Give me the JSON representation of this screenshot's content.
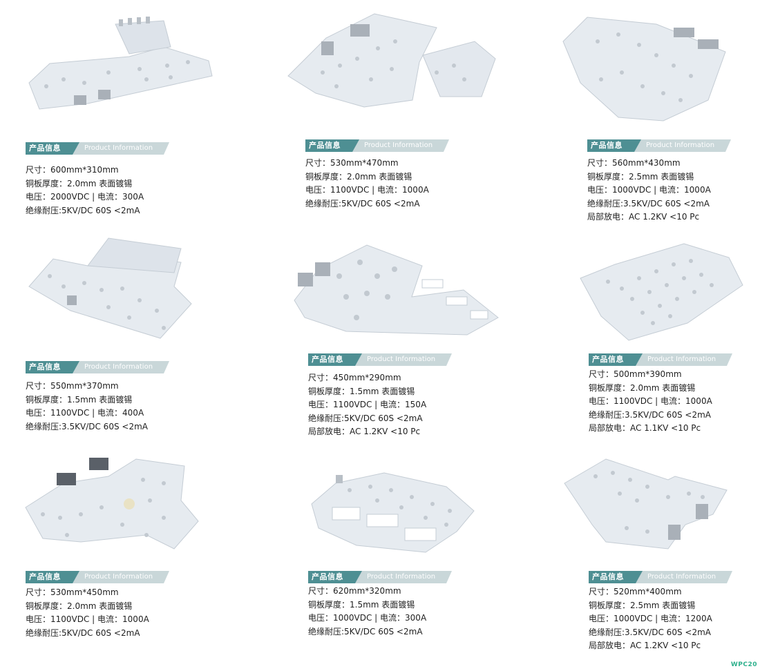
{
  "colors": {
    "tag_dark": "#4e8f93",
    "tag_light": "#c9d7d9",
    "plate": "#e6ebf0"
  },
  "products": [
    {
      "tag_cn": "产品信息",
      "tag_en": "Product Information",
      "specs": [
        "尺寸：600mm*310mm",
        "铜板厚度：2.0mm 表面镀锡",
        "电压：2000VDC | 电流：300A",
        "绝缘耐压:5KV/DC 60S <2mA"
      ]
    },
    {
      "tag_cn": "产品信息",
      "tag_en": "Product Information",
      "specs": [
        "尺寸：530mm*470mm",
        "铜板厚度：2.0mm 表面镀锡",
        "电压：1100VDC | 电流：1000A",
        "绝缘耐压:5KV/DC 60S <2mA"
      ]
    },
    {
      "tag_cn": "产品信息",
      "tag_en": "Product Information",
      "specs": [
        "尺寸：560mm*430mm",
        "铜板厚度：2.5mm 表面镀锡",
        "电压：1000VDC | 电流：1000A",
        "绝缘耐压:3.5KV/DC 60S <2mA",
        "局部放电：AC 1.2KV <10 Pc"
      ]
    },
    {
      "tag_cn": "产品信息",
      "tag_en": "Product Information",
      "specs": [
        "尺寸：550mm*370mm",
        "铜板厚度：1.5mm 表面镀锡",
        "电压：1100VDC | 电流：400A",
        "绝缘耐压:3.5KV/DC 60S <2mA"
      ]
    },
    {
      "tag_cn": "产品信息",
      "tag_en": "Product Information",
      "specs": [
        "尺寸：450mm*290mm",
        "铜板厚度：1.5mm 表面镀锡",
        "电压：1100VDC | 电流：150A",
        "绝缘耐压:5KV/DC 60S <2mA",
        "局部放电：AC 1.2KV <10 Pc"
      ]
    },
    {
      "tag_cn": "产品信息",
      "tag_en": "Product Information",
      "specs": [
        "尺寸：500mm*390mm",
        "铜板厚度：2.0mm 表面镀锡",
        "电压：1100VDC | 电流：1000A",
        "绝缘耐压:3.5KV/DC 60S <2mA",
        "局部放电：AC 1.1KV <10 Pc"
      ]
    },
    {
      "tag_cn": "产品信息",
      "tag_en": "Product Information",
      "specs": [
        "尺寸：530mm*450mm",
        "铜板厚度：2.0mm 表面镀锡",
        "电压：1100VDC | 电流：1000A",
        "绝缘耐压:5KV/DC 60S <2mA"
      ]
    },
    {
      "tag_cn": "产品信息",
      "tag_en": "Product Information",
      "specs": [
        "尺寸：620mm*320mm",
        "铜板厚度：1.5mm 表面镀锡",
        "电压：1000VDC | 电流：300A",
        "绝缘耐压:5KV/DC 60S <2mA"
      ]
    },
    {
      "tag_cn": "产品信息",
      "tag_en": "Product Information",
      "specs": [
        "尺寸：520mm*400mm",
        "铜板厚度：2.5mm 表面镀锡",
        "电压：1000VDC | 电流：1200A",
        "绝缘耐压:3.5KV/DC 60S <2mA",
        "局部放电：AC 1.2KV <10 Pc"
      ]
    }
  ],
  "logo": "WPC20"
}
